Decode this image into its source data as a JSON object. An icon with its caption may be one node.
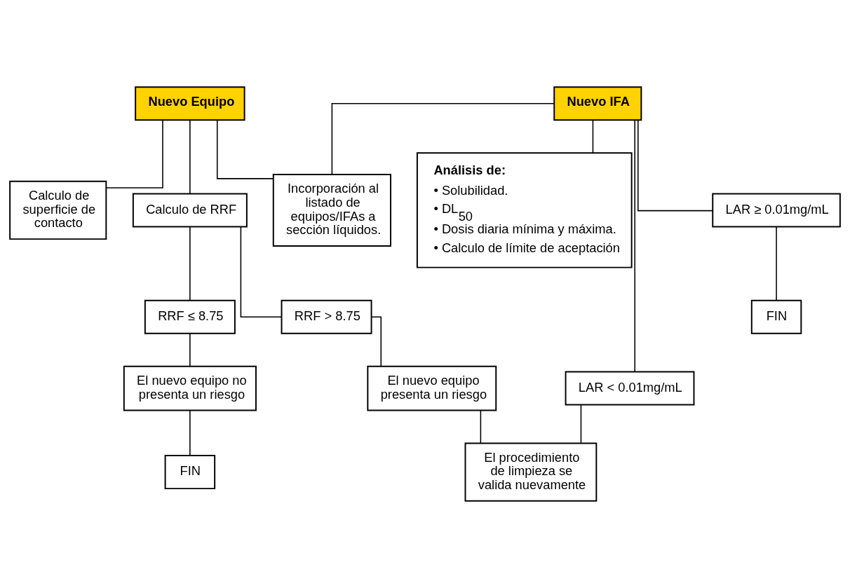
{
  "diagram": {
    "nodes": [
      {
        "text": [
          "Nuevo Equipo"
        ]
      },
      {
        "text": [
          "Nuevo IFA"
        ]
      },
      {
        "text": [
          "Incorporación al listado de equipos/IFAs a sección líquidos."
        ]
      },
      {
        "text": [
          "Calculo de superficie de contacto"
        ]
      },
      {
        "text": [
          "Análisis de:",
          "• Solubilidad.",
          "• DL$_{50}$",
          "• Dosis diaria mínima y máxima.",
          "• Calculo de límite de aceptación"
        ]
      },
      {
        "text": [
          "Calculo de RRF"
        ]
      },
      {
        "text": [
          "RRF ≤ 8.75"
        ]
      },
      {
        "text": [
          "RRF > 8.75"
        ]
      },
      {
        "text": [
          "LAR < 0.01mg/mL"
        ]
      },
      {
        "text": [
          "LAR ≥ 0.01mg/mL"
        ]
      },
      {
        "text": [
          "El nuevo equipo no presenta un riesgo"
        ]
      },
      {
        "text": [
          "El nuevo equipo presenta un riesgo"
        ]
      },
      {
        "text": [
          "El procedimiento de limpieza se valida nuevamente"
        ]
      },
      {
        "text": [
          "FIN"
        ]
      },
      {
        "text": [
          "FIN"
        ]
      }
    ],
    "edges": [
      {
        "from": 0,
        "to": 2,
        "arrow": "none"
      },
      {
        "from": 0,
        "to": 3,
        "arrow": "none"
      },
      {
        "from": 0,
        "to": 5,
        "arrow": "none"
      },
      {
        "from": 1,
        "to": 2,
        "arrow": "none"
      },
      {
        "from": 1,
        "to": 4,
        "arrow": "none"
      },
      {
        "from": 1,
        "to": 8,
        "arrow": "none"
      },
      {
        "from": 1,
        "to": 9,
        "arrow": "none"
      },
      {
        "from": 5,
        "to": 6,
        "arrow": "none"
      },
      {
        "from": 5,
        "to": 7,
        "arrow": "none"
      },
      {
        "from": 6,
        "to": 10,
        "arrow": "none"
      },
      {
        "from": 7,
        "to": 11,
        "arrow": "none"
      },
      {
        "from": 8,
        "to": 12,
        "arrow": "none"
      },
      {
        "from": 9,
        "to": 13,
        "arrow": "none"
      },
      {
        "from": 10,
        "to": 14,
        "arrow": "none"
      },
      {
        "from": 11,
        "to": 12,
        "arrow": "none"
      }
    ]
  }
}
